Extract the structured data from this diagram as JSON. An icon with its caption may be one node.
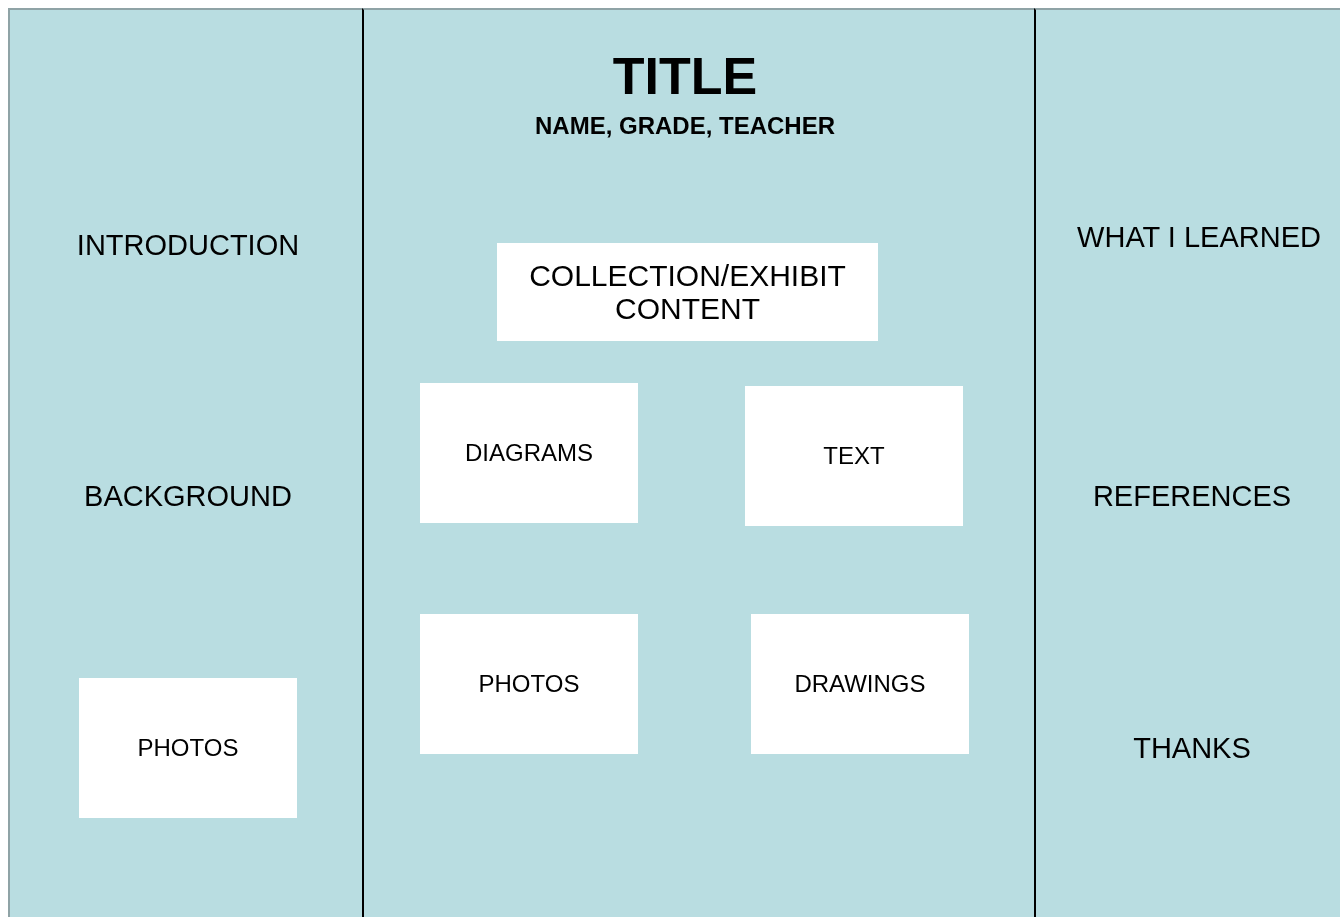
{
  "diagram": {
    "nodes": [
      {
        "text": [
          "INTRODUCTION",
          "BACKGROUND"
        ]
      },
      {
        "text": [
          "PHOTOS"
        ],
        "in": 0
      },
      {
        "text": [
          "TITLE",
          "NAME, GRADE, TEACHER"
        ]
      },
      {
        "text": [
          "COLLECTION/EXHIBIT CONTENT"
        ],
        "in": 2
      },
      {
        "text": [
          "DIAGRAMS"
        ],
        "in": 2
      },
      {
        "text": [
          "TEXT"
        ],
        "in": 2
      },
      {
        "text": [
          "PHOTOS"
        ],
        "in": 2
      },
      {
        "text": [
          "DRAWINGS"
        ],
        "in": 2
      },
      {
        "text": [
          "WHAT I LEARNED",
          "REFERENCES",
          "THANKS"
        ]
      }
    ]
  }
}
